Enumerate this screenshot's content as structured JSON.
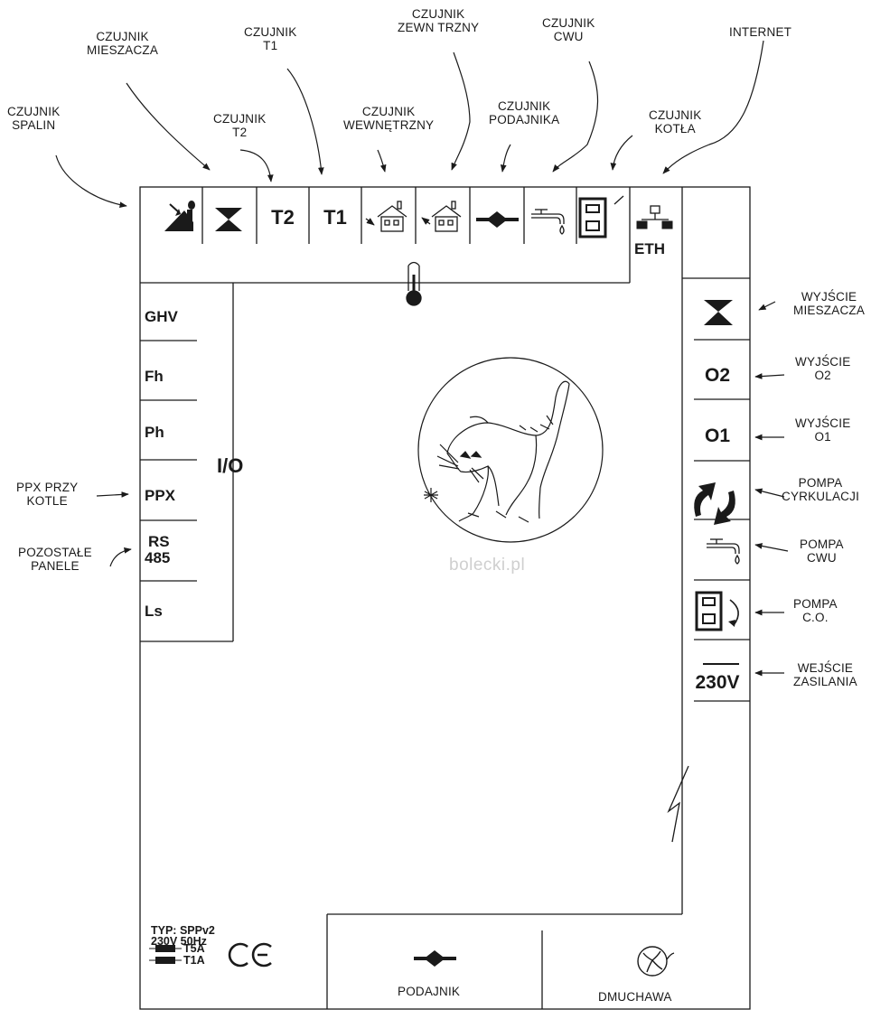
{
  "callouts": {
    "spalin": [
      "CZUJNIK",
      "SPALIN"
    ],
    "mieszacza": [
      "CZUJNIK",
      "MIESZACZA"
    ],
    "t1": [
      "CZUJNIK",
      "T1"
    ],
    "t2": [
      "CZUJNIK",
      "T2"
    ],
    "wewnetrzny": [
      "CZUJNIK",
      "WEWNĘTRZNY"
    ],
    "zewnetrzny": [
      "CZUJNIK",
      "ZEWN TRZNY"
    ],
    "podajnika": [
      "CZUJNIK",
      "PODAJNIKA"
    ],
    "cwu": [
      "CZUJNIK",
      "CWU"
    ],
    "kotla": [
      "CZUJNIK",
      "KOTŁA"
    ],
    "internet": [
      "INTERNET"
    ],
    "wyj_mieszacza": [
      "WYJŚCIE",
      "MIESZACZA"
    ],
    "wyj_o2": [
      "WYJŚCIE",
      "O2"
    ],
    "wyj_o1": [
      "WYJŚCIE",
      "O1"
    ],
    "pompa_cyrk": [
      "POMPA",
      "CYRKULACJI"
    ],
    "pompa_cwu": [
      "POMPA",
      "CWU"
    ],
    "pompa_co": [
      "POMPA",
      "C.O."
    ],
    "wejscie": [
      "WEJŚCIE",
      "ZASILANIA"
    ],
    "ppx": [
      "PPX PRZY",
      "KOTLE"
    ],
    "pozostale": [
      "POZOSTAŁE",
      "PANELE"
    ],
    "podajnik": [
      "PODAJNIK"
    ],
    "dmuchawa": [
      "DMUCHAWA"
    ]
  },
  "top_row": {
    "t2": "T2",
    "t1": "T1",
    "eth": "ETH"
  },
  "left_column": {
    "items": [
      "GHV",
      "Fh",
      "Ph",
      "PPX",
      "RS",
      "485",
      "Ls"
    ],
    "io": "I/O"
  },
  "right_column": {
    "o2": "O2",
    "o1": "O1",
    "v230": "230V"
  },
  "rating_plate": {
    "type": "TYP: SPPv2",
    "power": "230V 50Hz",
    "fuse1": "T5A",
    "fuse2": "T1A",
    "ce": "CE"
  },
  "watermark": "bolecki.pl"
}
